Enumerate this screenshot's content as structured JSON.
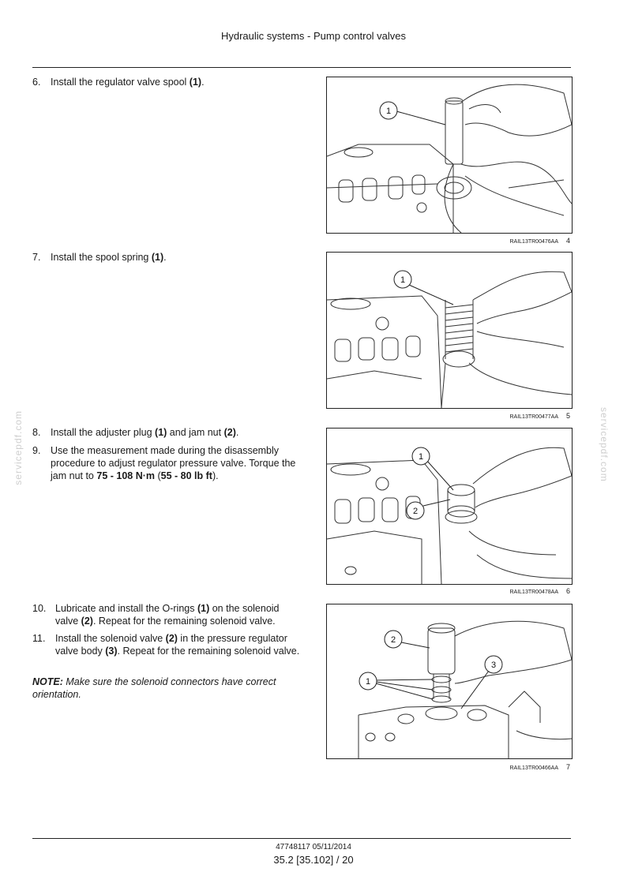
{
  "header": {
    "title": "Hydraulic systems - Pump control valves"
  },
  "watermark": "servicepdf.com",
  "steps": [
    {
      "number": "6.",
      "parts": [
        "Install the regulator valve spool ",
        "(1)",
        "."
      ]
    },
    {
      "number": "7.",
      "parts": [
        "Install the spool spring ",
        "(1)",
        "."
      ]
    },
    {
      "number": "8.",
      "parts": [
        "Install the adjuster plug ",
        "(1)",
        " and jam nut ",
        "(2)",
        "."
      ]
    },
    {
      "number": "9.",
      "parts": [
        "Use the measurement made during the disassembly procedure to adjust regulator pressure valve.  Torque the jam nut to ",
        "75 - 108 N·m",
        " (",
        "55 - 80 lb ft",
        ")."
      ]
    },
    {
      "number": "10.",
      "parts": [
        "Lubricate and install the O-rings ",
        "(1)",
        " on the solenoid valve ",
        "(2)",
        ".  Repeat for the remaining solenoid valve."
      ]
    },
    {
      "number": "11.",
      "parts": [
        "Install the solenoid valve ",
        "(2)",
        " in the pressure regulator valve body ",
        "(3)",
        ".  Repeat for the remaining solenoid valve."
      ]
    }
  ],
  "note": {
    "label": "NOTE:",
    "text": " Make sure the solenoid connectors have correct orientation."
  },
  "figures": [
    {
      "code": "RAIL13TR00476AA",
      "number": "4",
      "callouts": [
        "1"
      ]
    },
    {
      "code": "RAIL13TR00477AA",
      "number": "5",
      "callouts": [
        "1"
      ]
    },
    {
      "code": "RAIL13TR00478AA",
      "number": "6",
      "callouts": [
        "1",
        "2"
      ]
    },
    {
      "code": "RAIL13TR00466AA",
      "number": "7",
      "callouts": [
        "2",
        "3",
        "1"
      ]
    }
  ],
  "footer": {
    "doc": "47748117 05/11/2014",
    "page": "35.2 [35.102] / 20"
  }
}
